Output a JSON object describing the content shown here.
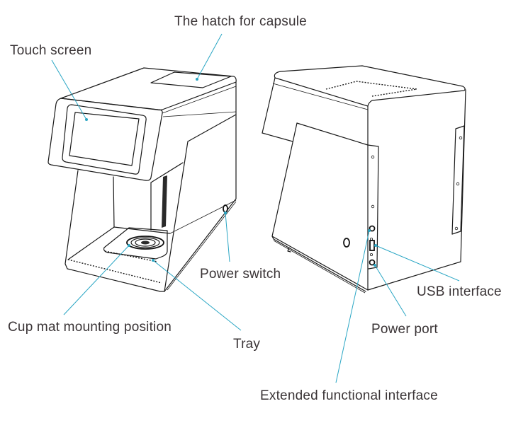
{
  "diagram": {
    "accent_color": "#2aa6c4",
    "line_color": "#1a1a1a",
    "label_color": "#3a3436",
    "front_view": {
      "labels": {
        "hatch": "The hatch for capsule",
        "touch_screen": "Touch screen",
        "power_switch": "Power switch",
        "cup_mat": "Cup mat mounting position",
        "tray": "Tray"
      }
    },
    "back_view": {
      "labels": {
        "usb": "USB interface",
        "power_port": "Power port",
        "extended": "Extended functional interface"
      }
    }
  }
}
